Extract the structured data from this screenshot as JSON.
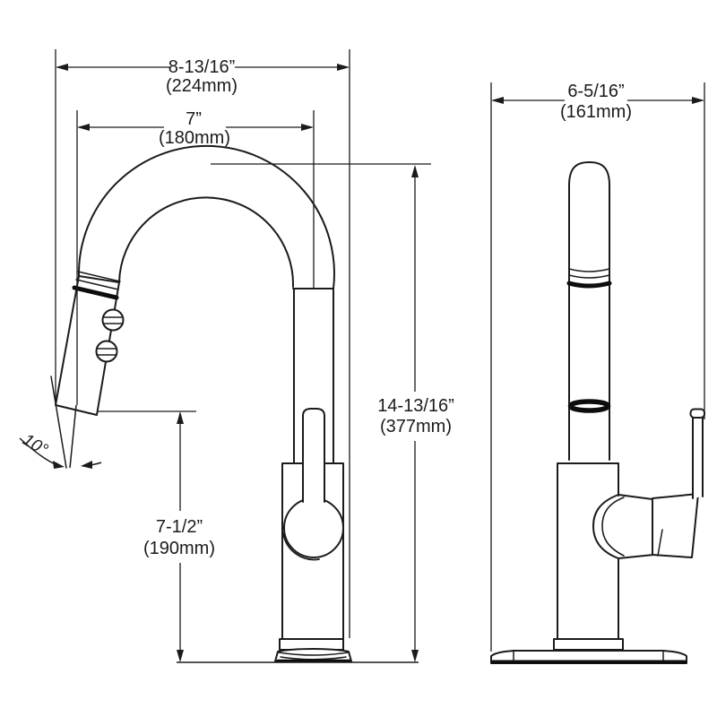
{
  "drawing": {
    "type": "faucet-dimension-spec",
    "front_view": {
      "overall_width": {
        "in": "8-13/16”",
        "mm": "(224mm)"
      },
      "spout_reach": {
        "in": "7”",
        "mm": "(180mm)"
      },
      "overall_height": {
        "in": "14-13/16”",
        "mm": "(377mm)"
      },
      "spout_height": {
        "in": "7-1/2”",
        "mm": "(190mm)"
      },
      "spray_angle": "10°"
    },
    "side_view": {
      "depth": {
        "in": "6-5/16”",
        "mm": "(161mm)"
      }
    },
    "colors": {
      "line": "#1b1b1b",
      "band": "#0d0d0d",
      "background": "#ffffff"
    }
  }
}
